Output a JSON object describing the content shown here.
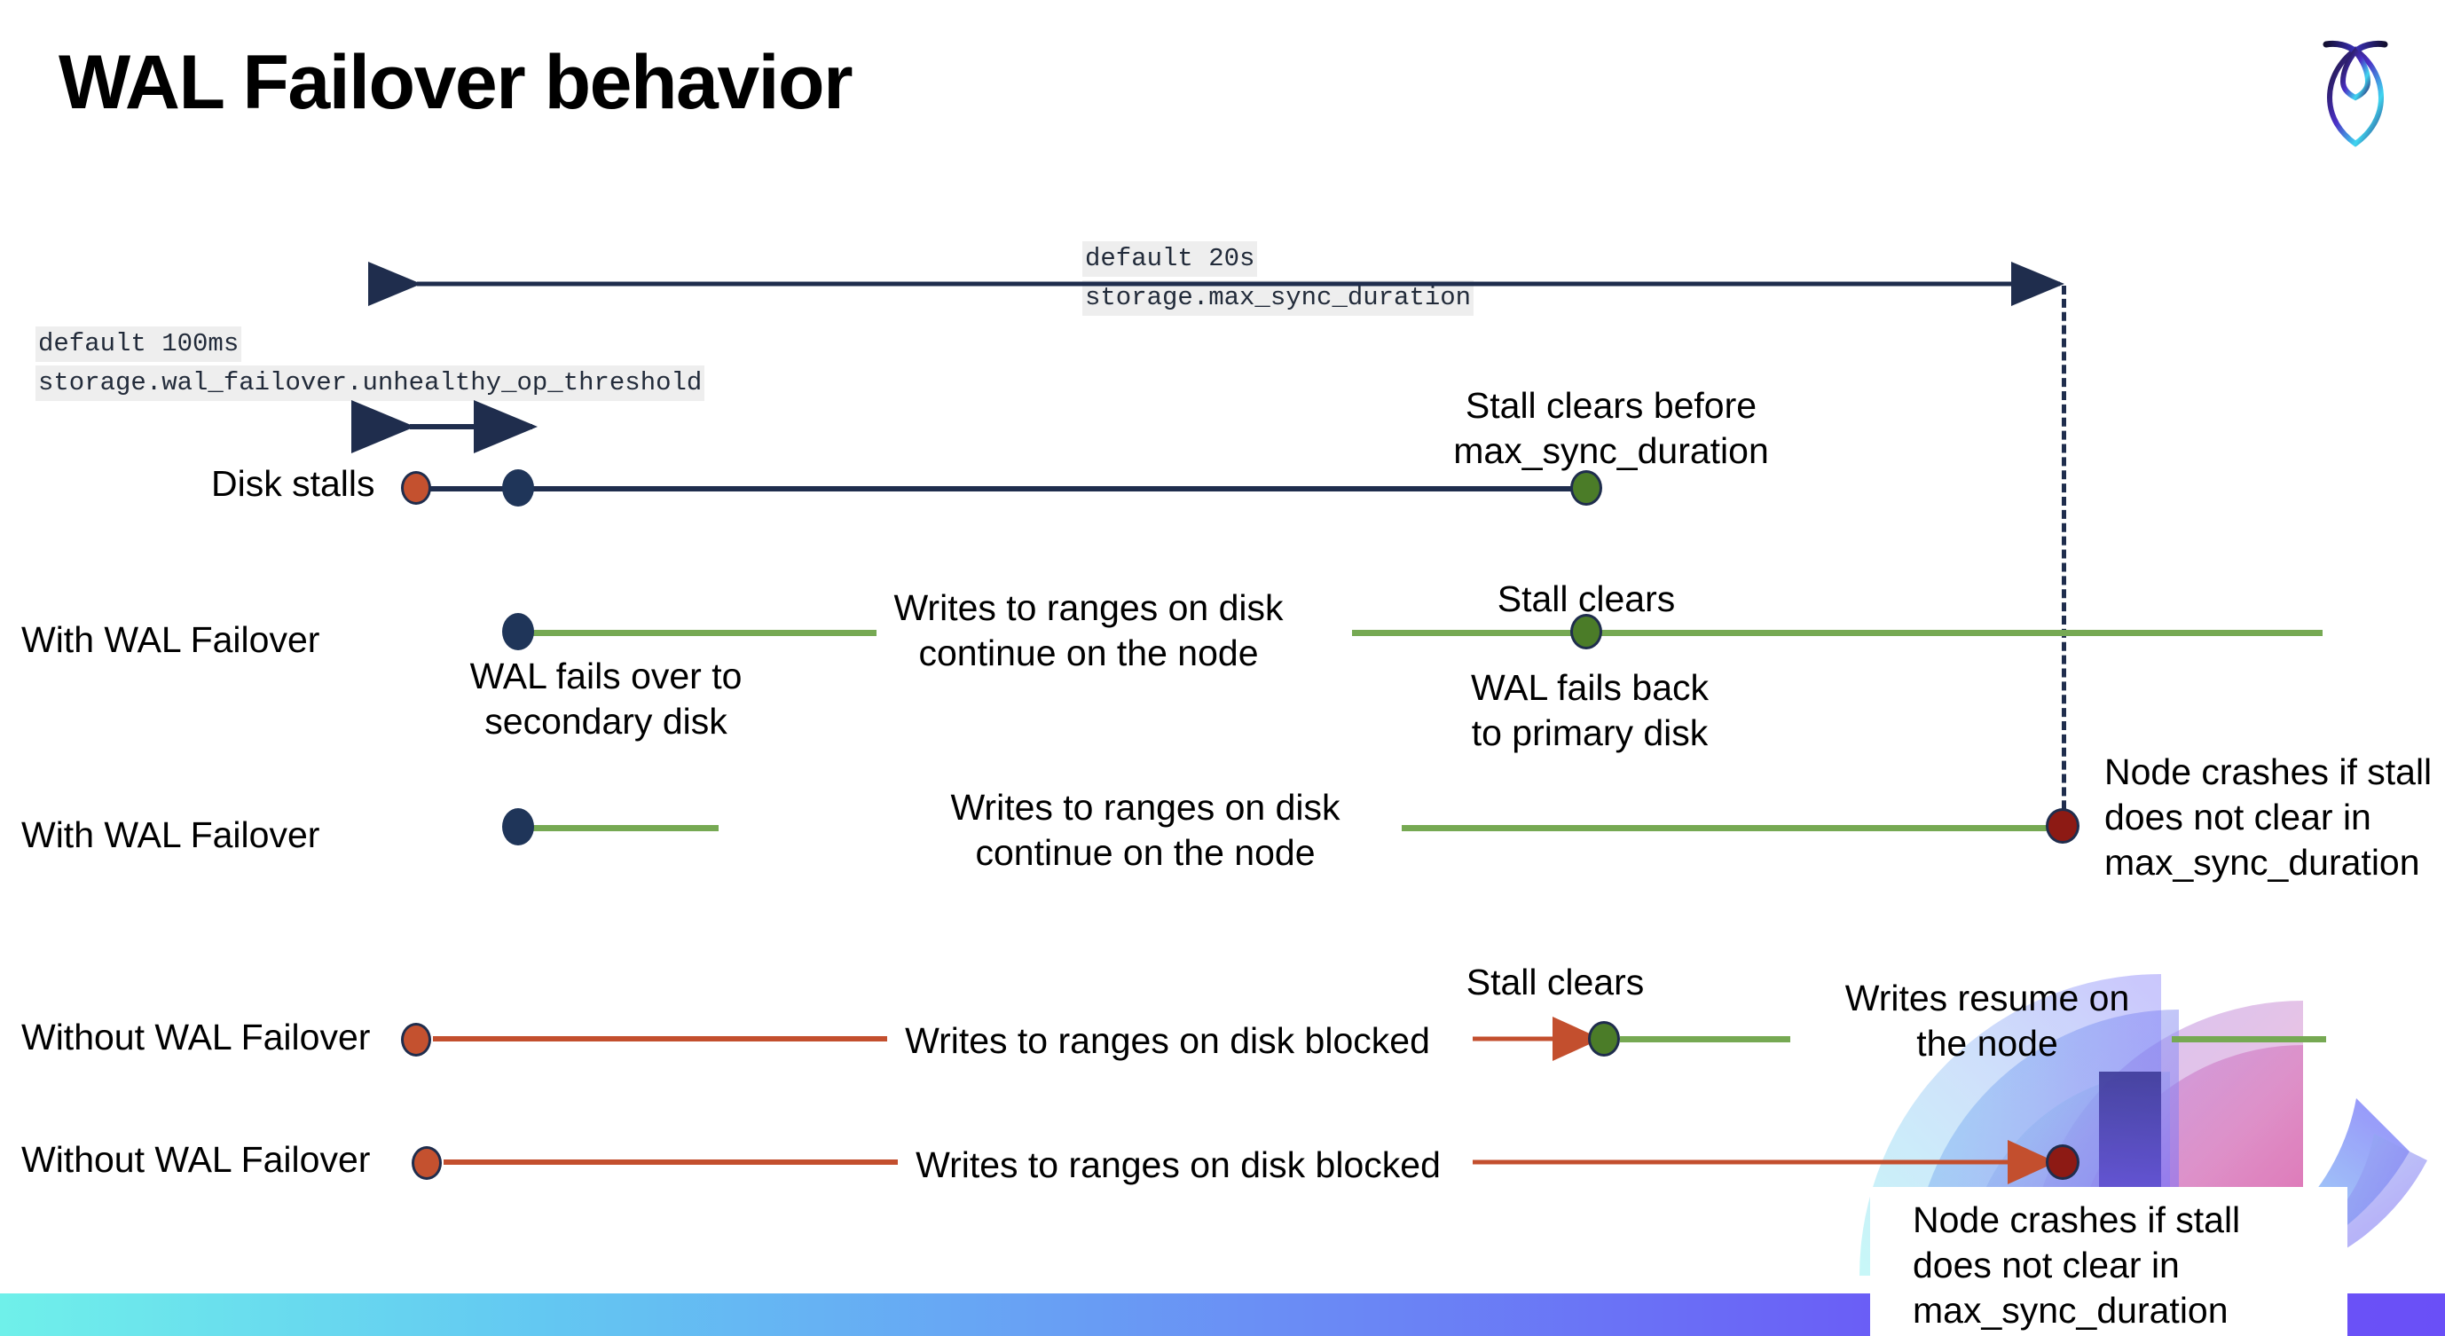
{
  "slide": {
    "title": "WAL Failover behavior",
    "logo_name": "cockroachdb-logo"
  },
  "annotations": {
    "unhealthy_threshold": {
      "default_label": "default 100ms",
      "setting_name": "storage.wal_failover.unhealthy_op_threshold"
    },
    "max_sync_duration": {
      "default_label": "default 20s",
      "setting_name": "storage.max_sync_duration"
    }
  },
  "rows": [
    {
      "id": "disk-stalls",
      "label": "Disk stalls",
      "note_above": "Stall clears before\nmax_sync_duration"
    },
    {
      "id": "with-wal-failover-clears",
      "label": "With WAL Failover",
      "note_start": "WAL fails over to\nsecondary disk",
      "note_middle": "Writes to ranges on disk\ncontinue on the node",
      "note_clear": "Stall clears",
      "note_back": "WAL fails  back\nto primary disk"
    },
    {
      "id": "with-wal-failover-crash",
      "label": "With WAL Failover",
      "note_middle": "Writes to ranges on disk\ncontinue on the node",
      "note_crash": "Node crashes if stall\ndoes not clear in\nmax_sync_duration"
    },
    {
      "id": "without-wal-failover-clears",
      "label": "Without WAL Failover",
      "note_middle": "Writes to ranges on disk  blocked",
      "note_clear": "Stall clears",
      "note_resume": "Writes resume on\nthe node"
    },
    {
      "id": "without-wal-failover-crash",
      "label": "Without WAL Failover",
      "note_middle": "Writes to ranges on disk  blocked",
      "note_crash": "Node crashes if stall\ndoes not clear in\nmax_sync_duration"
    }
  ],
  "colors": {
    "navy": "#1f2d4d",
    "green_line": "#76a953",
    "red_line": "#c34f2e",
    "dot_navy": "#1f3559",
    "dot_green": "#4b7c28",
    "dot_red": "#c4512f",
    "dot_dark_red": "#8d1a14",
    "code_chip_bg": "#eeeeee",
    "bottom_bar_from": "#6ff0ea",
    "bottom_bar_to": "#6a4ff7"
  }
}
